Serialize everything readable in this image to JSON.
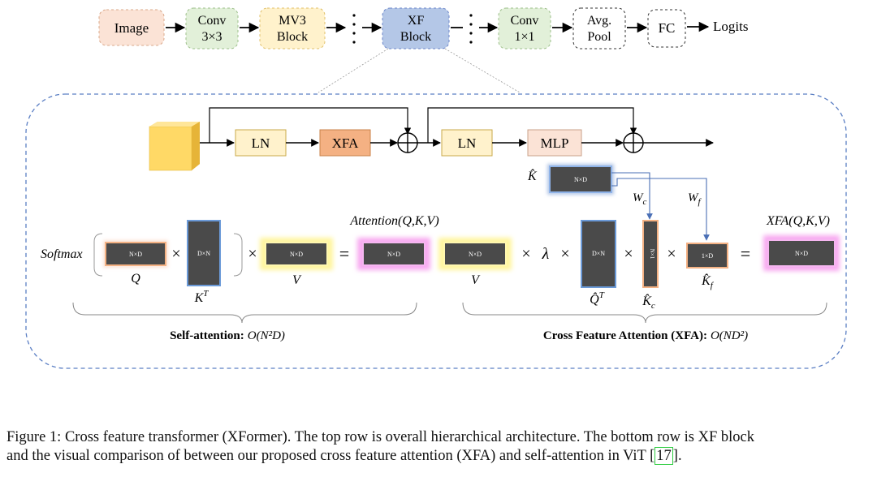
{
  "pipeline": {
    "image": "Image",
    "conv3_l1": "Conv",
    "conv3_l2": "3×3",
    "mv3_l1": "MV3",
    "mv3_l2": "Block",
    "xf_l1": "XF",
    "xf_l2": "Block",
    "conv1_l1": "Conv",
    "conv1_l2": "1×1",
    "pool_l1": "Avg.",
    "pool_l2": "Pool",
    "fc": "FC",
    "logits": "Logits",
    "colors": {
      "image": "#fbe3d6",
      "conv": "#e2f0d9",
      "mv3": "#fff2cc",
      "xf": "#b4c7e7",
      "xf_border": "#6b86c9"
    }
  },
  "block": {
    "ln1": "LN",
    "xfa": "XFA",
    "ln2": "LN",
    "mlp": "MLP",
    "colors": {
      "ln": "#fff2cc",
      "xfa": "#f4b183",
      "mlp": "#fbe3d6",
      "cube": "#ffd966"
    }
  },
  "self_attention": {
    "softmax": "Softmax",
    "mat_q": "N×D",
    "mat_kt": "D×N",
    "mat_v": "N×D",
    "mat_out": "N×D",
    "label_q": "Q",
    "label_kt": "K",
    "label_kt_sup": "T",
    "label_v": "V",
    "title": "Attention(Q,K,V)",
    "times": "×",
    "equals": "=",
    "complexity_bold": "Self-attention:",
    "complexity_math": "O(N²D)"
  },
  "xfa": {
    "khat": "K̂",
    "mat_khat": "N×D",
    "mat_v": "N×D",
    "mat_qt": "D×N",
    "mat_kc": "N×1",
    "mat_kf": "1×D",
    "mat_out": "N×D",
    "label_v": "V",
    "label_qt": "Q̂",
    "label_qt_sup": "T",
    "label_kc": "K̂",
    "label_kc_sub": "c",
    "label_kf": "K̂",
    "label_kf_sub": "f",
    "wc": "W",
    "wc_sub": "c",
    "wf": "W",
    "wf_sub": "f",
    "lambda": "λ",
    "title": "XFA(Q,K,V)",
    "complexity_bold": "Cross Feature Attention (XFA):",
    "complexity_math": "O(ND²)"
  },
  "caption": {
    "line1": "Figure 1: Cross feature transformer (XFormer). The top row is overall hierarchical architecture. The bottom row is XF block",
    "line2_pre": "and the visual comparison of between our proposed cross feature attention (XFA) and self-attention in ViT [",
    "ref": "17",
    "line2_post": "]."
  }
}
